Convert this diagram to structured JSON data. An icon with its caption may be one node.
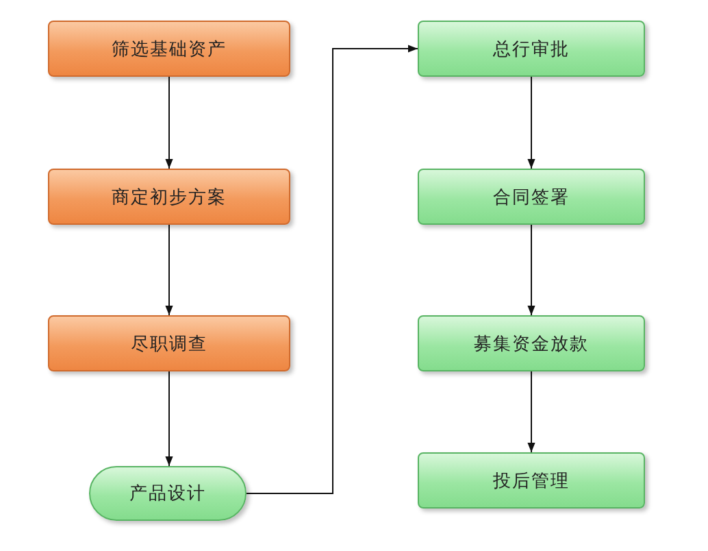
{
  "diagram": {
    "nodes": [
      {
        "text": [
          "筛选基础资产"
        ]
      },
      {
        "text": [
          "商定初步方案"
        ]
      },
      {
        "text": [
          "尽职调查"
        ]
      },
      {
        "text": [
          "产品设计"
        ]
      },
      {
        "text": [
          "总行审批"
        ]
      },
      {
        "text": [
          "合同签署"
        ]
      },
      {
        "text": [
          "募集资金放款"
        ]
      },
      {
        "text": [
          "投后管理"
        ]
      }
    ],
    "edges": [
      {
        "from": 0,
        "to": 1,
        "arrow": "to"
      },
      {
        "from": 1,
        "to": 2,
        "arrow": "to"
      },
      {
        "from": 2,
        "to": 3,
        "arrow": "to"
      },
      {
        "from": 3,
        "to": 4,
        "arrow": "to"
      },
      {
        "from": 4,
        "to": 5,
        "arrow": "to"
      },
      {
        "from": 5,
        "to": 6,
        "arrow": "to"
      },
      {
        "from": 6,
        "to": 7,
        "arrow": "to"
      }
    ]
  }
}
